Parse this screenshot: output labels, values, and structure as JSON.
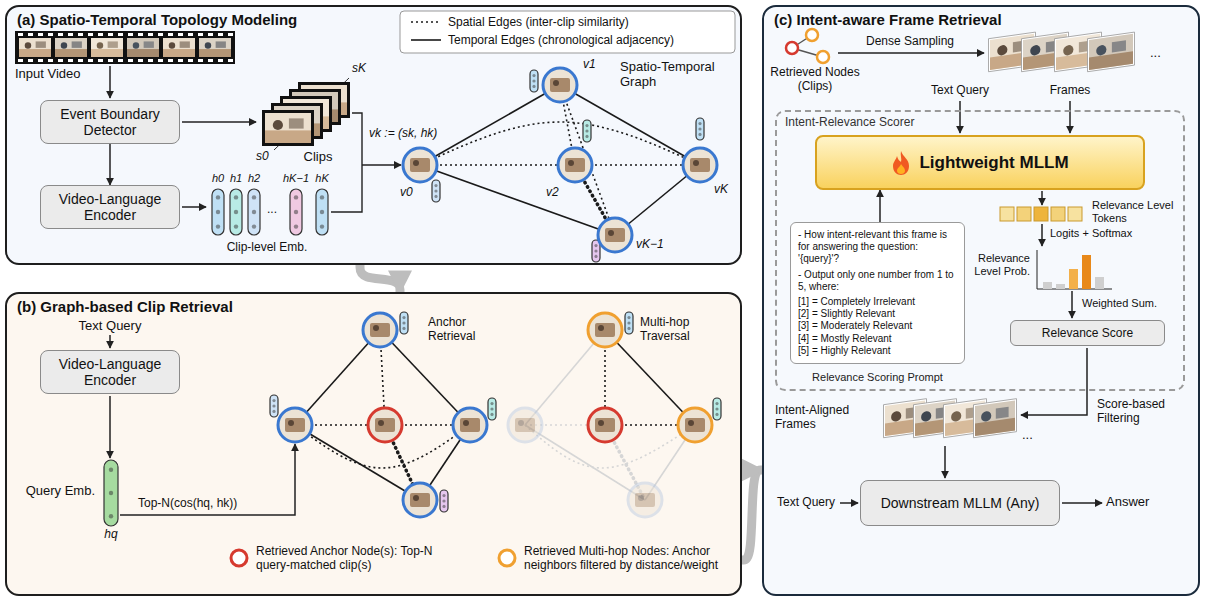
{
  "diagram": {
    "nodes": [
      {
        "text": [
          "(a) Spatio-Temporal Topology Modeling"
        ]
      },
      {
        "text": [
          "Event Boundary Detector"
        ],
        "in": 0
      },
      {
        "text": [
          "Video-Language Encoder"
        ],
        "in": 0
      },
      {
        "text": [
          "(b) Graph-based Clip Retrieval"
        ]
      },
      {
        "text": [
          "Video-Language Encoder"
        ],
        "in": 3
      },
      {
        "text": [
          "(c) Intent-aware Frame Retrieval"
        ]
      },
      {
        "text": [
          "Intent-Relevance Scorer"
        ],
        "in": 5
      },
      {
        "text": [
          "Lightweight MLLM"
        ],
        "in": 6
      },
      {
        "text": [
          "- How intent-relevant this frame is for answering the question: '{query}'?",
          "- Output only one number from 1 to 5, where:",
          "[1] = Completely Irrelevant",
          "[2] = Slightly Relevant",
          "[3] = Moderately Relevant",
          "[4] = Mostly Relevant",
          "[5] = Highly Relevant",
          "Relevance Scoring Prompt"
        ],
        "in": 6
      },
      {
        "text": [
          "Relevance Score"
        ],
        "in": 6
      },
      {
        "text": [
          "Downstream MLLM (Any)"
        ],
        "in": 5
      }
    ],
    "edges": [
      {
        "from": 1,
        "to": 2,
        "arrow": "to"
      },
      {
        "from": 0,
        "to": 3,
        "arrow": "to"
      },
      {
        "from": 3,
        "to": 5,
        "arrow": "to"
      },
      {
        "from": 8,
        "to": 7,
        "arrow": "to"
      }
    ],
    "labels": [
      "Input Video",
      "s0",
      "sK",
      "Clips",
      "h0",
      "h1",
      "h2",
      "...",
      "hK−1",
      "hK",
      "Clip-level Emb.",
      "vk := (sk, hk)",
      "Spatio-Temporal Graph",
      "v1",
      "v0",
      "v2",
      "vK",
      "vK−1",
      "Text Query",
      "Query Emb.",
      "hq",
      "Top-N(cos(hq, hk))",
      "Anchor Retrieval",
      "Multi-hop Traversal",
      "Retrieved Nodes (Clips)",
      "Dense Sampling",
      "Text Query",
      "Frames",
      "...",
      "Relevance Level Tokens",
      "Logits + Softmax",
      "Relevance Level Prob.",
      "Weighted Sum.",
      "Intent-Aligned Frames",
      "...",
      "Score-based Filtering",
      "Text Query",
      "Answer"
    ],
    "legend": [
      {
        "text": "Spatial Edges (inter-clip similarity)"
      },
      {
        "text": "Temporal Edges (chronological adjacency)"
      },
      {
        "text": "Retrieved Anchor Node(s): Top-N query-matched clip(s)"
      },
      {
        "text": "Retrieved Multi-hop Nodes: Anchor neighbors filtered by distance/weight"
      }
    ]
  }
}
